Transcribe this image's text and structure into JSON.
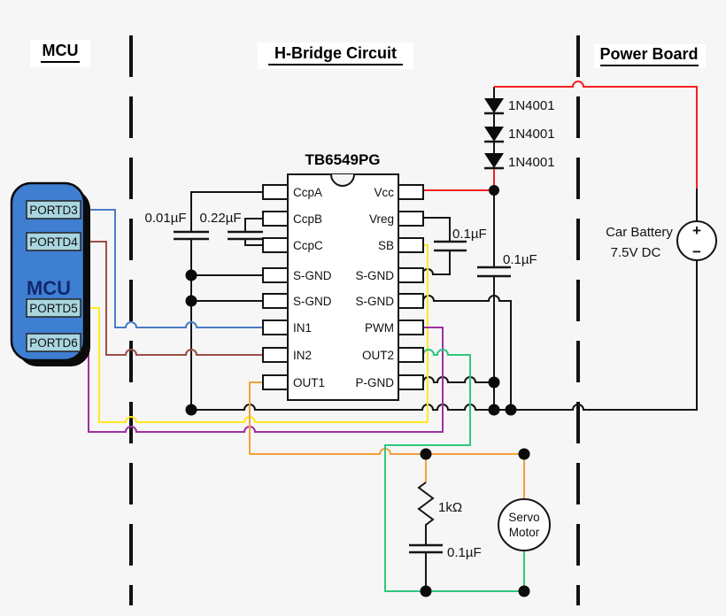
{
  "titles": {
    "mcu": "MCU",
    "hbridge": "H-Bridge Circuit",
    "power": "Power Board"
  },
  "mcu": {
    "label": "MCU",
    "ports": [
      "PORTD3",
      "PORTD4",
      "PORTD5",
      "PORTD6"
    ]
  },
  "chip": {
    "name": "TB6549PG",
    "left_pins": [
      "CcpA",
      "CcpB",
      "CcpC",
      "S-GND",
      "S-GND",
      "IN1",
      "IN2",
      "OUT1"
    ],
    "right_pins": [
      "Vcc",
      "Vreg",
      "SB",
      "S-GND",
      "S-GND",
      "PWM",
      "OUT2",
      "P-GND"
    ]
  },
  "capacitors": {
    "ccpa_cap": "0.01µF",
    "ccpb_ccpc_cap": "0.22µF",
    "vreg_cap": "0.1µF",
    "vcc_cap": "0.1µF",
    "snubber_cap": "0.1µF"
  },
  "diodes": [
    "1N4001",
    "1N4001",
    "1N4001"
  ],
  "battery": {
    "name": "Car Battery",
    "voltage": "7.5V DC",
    "plus": "+",
    "minus": "−"
  },
  "resistor": {
    "value": "1kΩ"
  },
  "servo": {
    "line1": "Servo",
    "line2": "Motor"
  },
  "colors": {
    "wire_red": "#f62020",
    "wire_blue": "#4a7cc7",
    "wire_maroon": "#9b4f47",
    "wire_yellow": "#ffe920",
    "wire_purple": "#9f2fa5",
    "wire_orange": "#f4a03c",
    "wire_green": "#2fc77e",
    "wire_black": "#151515",
    "mcu_fill": "#3f7fd2",
    "port_fill": "#a9d6e0",
    "mcu_text": "#12286e"
  }
}
